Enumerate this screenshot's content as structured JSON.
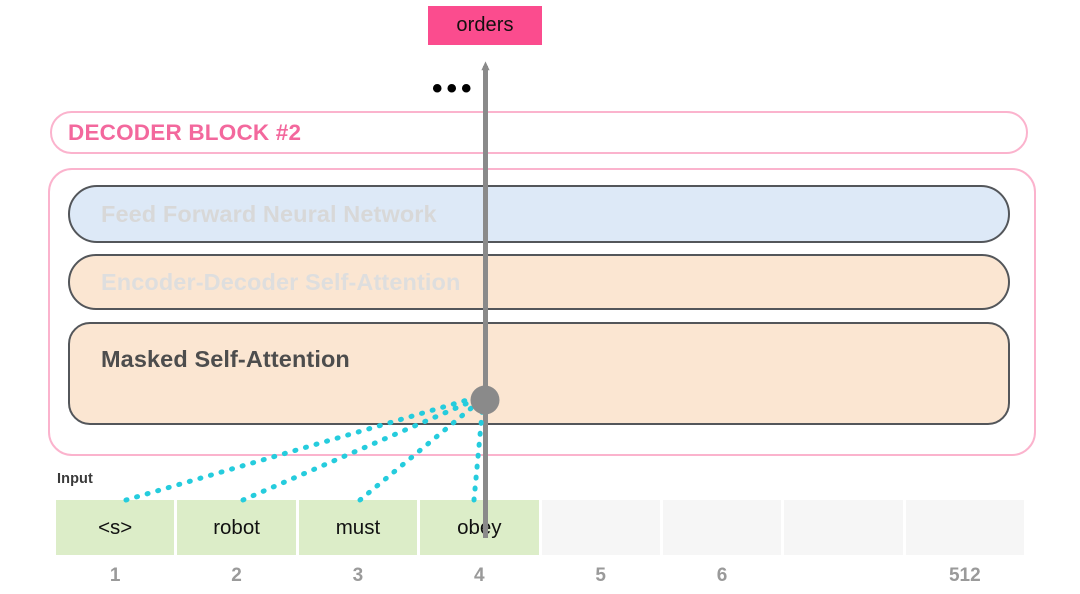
{
  "output": {
    "token": "orders",
    "badge_color": "#fb4c8e",
    "ellipsis": "•••"
  },
  "decoder": {
    "title": "DECODER BLOCK #2",
    "title_color": "#f3689d",
    "border_color": "#fbb3cd",
    "layers": [
      {
        "id": "ffnn",
        "label": "Feed Forward Neural Network",
        "fill": "#dde9f7",
        "text_color": "#d8d8d8",
        "state": "inactive"
      },
      {
        "id": "encoder-decoder-self-attention",
        "label": "Encoder-Decoder Self-Attention",
        "fill": "#fbe6d2",
        "text_color": "#dedede",
        "state": "inactive"
      },
      {
        "id": "masked-self-attention",
        "label": "Masked Self-Attention",
        "fill": "#fbe6d2",
        "text_color": "#4d4d4d",
        "state": "active"
      }
    ]
  },
  "input": {
    "label": "Input",
    "cell_fill_active": "#dcedc8",
    "cell_fill_empty": "#f6f6f6",
    "tokens": [
      {
        "text": "<s>",
        "index": "1",
        "filled": true
      },
      {
        "text": "robot",
        "index": "2",
        "filled": true
      },
      {
        "text": "must",
        "index": "3",
        "filled": true
      },
      {
        "text": "obey",
        "index": "4",
        "filled": true
      },
      {
        "text": "",
        "index": "5",
        "filled": false
      },
      {
        "text": "",
        "index": "6",
        "filled": false
      },
      {
        "text": "",
        "index": "",
        "filled": false
      },
      {
        "text": "",
        "index": "512",
        "filled": false
      }
    ]
  },
  "attention": {
    "node_color": "#8a8a8a",
    "line_color": "#25ccdd",
    "arrow_color": "#8a8a8a",
    "description": "Masked self-attention at position 4 attends to positions 1-4"
  }
}
